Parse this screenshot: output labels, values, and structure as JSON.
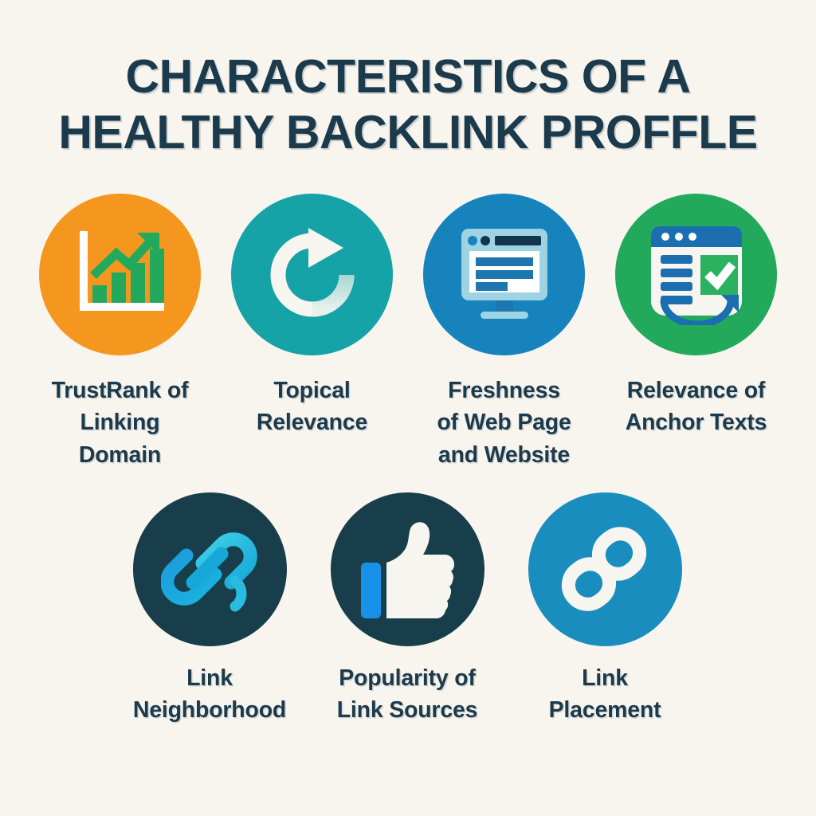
{
  "background_color": "#F8F5EF",
  "text_color": "#1B3A4B",
  "title": {
    "line1": "CHARACTERISTICS OF A",
    "line2": "HEALTHY BACKLINK PROFFLE"
  },
  "rows": [
    {
      "items": [
        {
          "label": "TrustRank of\nLinking\nDomain",
          "icon": "bar-chart-growth-icon",
          "circle_color": "#F5971F",
          "icon_colors": {
            "axis": "#FFFFFF",
            "bars": "#22A95B",
            "arrow": "#22A95B"
          }
        },
        {
          "label": "Topical\nRelevance",
          "icon": "refresh-rotate-icon",
          "circle_color": "#16A3A8",
          "icon_colors": {
            "arrow": "#F7F5EF",
            "tail": "#BFDEDC"
          }
        },
        {
          "label": "Freshness\nof Web Page\nand Website",
          "icon": "monitor-browser-icon",
          "circle_color": "#1683BD",
          "icon_colors": {
            "frame": "#9DD3E3",
            "screen": "#FFFFFF",
            "bars": "#1E76AE",
            "addressbar": "#12344C"
          }
        },
        {
          "label": "Relevance of\nAnchor Texts",
          "icon": "browser-checklist-icon",
          "circle_color": "#22A95B",
          "icon_colors": {
            "titlebar": "#1B6FB0",
            "body": "#F7F5EF",
            "bars": "#1B6FB0",
            "check_box": "#2BB15F",
            "check": "#FFFFFF",
            "arrow": "#1B6FB0"
          }
        }
      ]
    },
    {
      "items": [
        {
          "label": "Link\nNeighborhood",
          "icon": "chain-link-icon",
          "circle_color": "#183E4B",
          "icon_colors": {
            "top_link": "#1BC4DE",
            "bottom_link": "#1E9BDB"
          }
        },
        {
          "label": "Popularity of\nLink Sources",
          "icon": "thumbs-up-icon",
          "circle_color": "#183E4B",
          "icon_colors": {
            "hand": "#F7F5EF",
            "bar": "#1792E8"
          }
        },
        {
          "label": "Link\nPlacement",
          "icon": "interlocking-rings-icon",
          "circle_color": "#1A8DBF",
          "icon_colors": {
            "rings": "#F7F5EF"
          }
        }
      ]
    }
  ]
}
